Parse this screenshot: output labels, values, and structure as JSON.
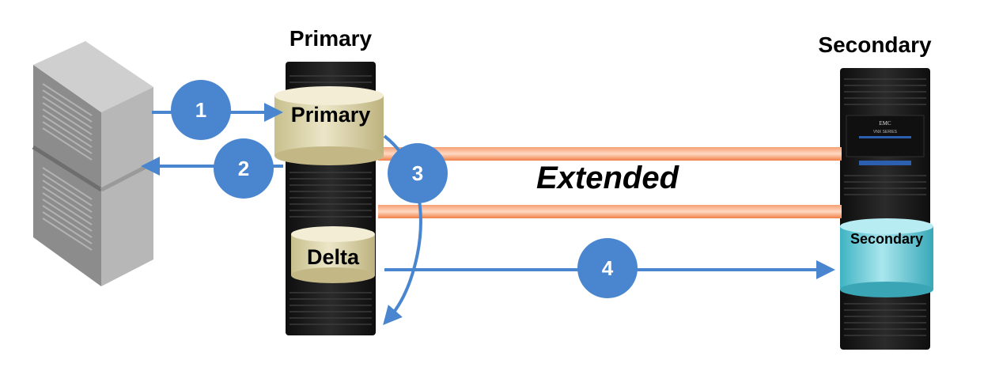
{
  "labels": {
    "primary_title": "Primary",
    "secondary_title": "Secondary",
    "primary_volume": "Primary",
    "delta_volume": "Delta",
    "secondary_volume": "Secondary",
    "extended": "Extended"
  },
  "steps": [
    "1",
    "2",
    "3",
    "4"
  ],
  "rack_brand": {
    "logo": "EMC",
    "series": "VNX SERIES"
  },
  "colors": {
    "arrow": "#4a86d0",
    "step_circle": "#4a86d0",
    "link_line": "#f08a52",
    "primary_volume": "#d9d2a8",
    "secondary_volume": "#5fc6d2",
    "server": "#9c9c9c",
    "rack": "#1b1b1b"
  }
}
